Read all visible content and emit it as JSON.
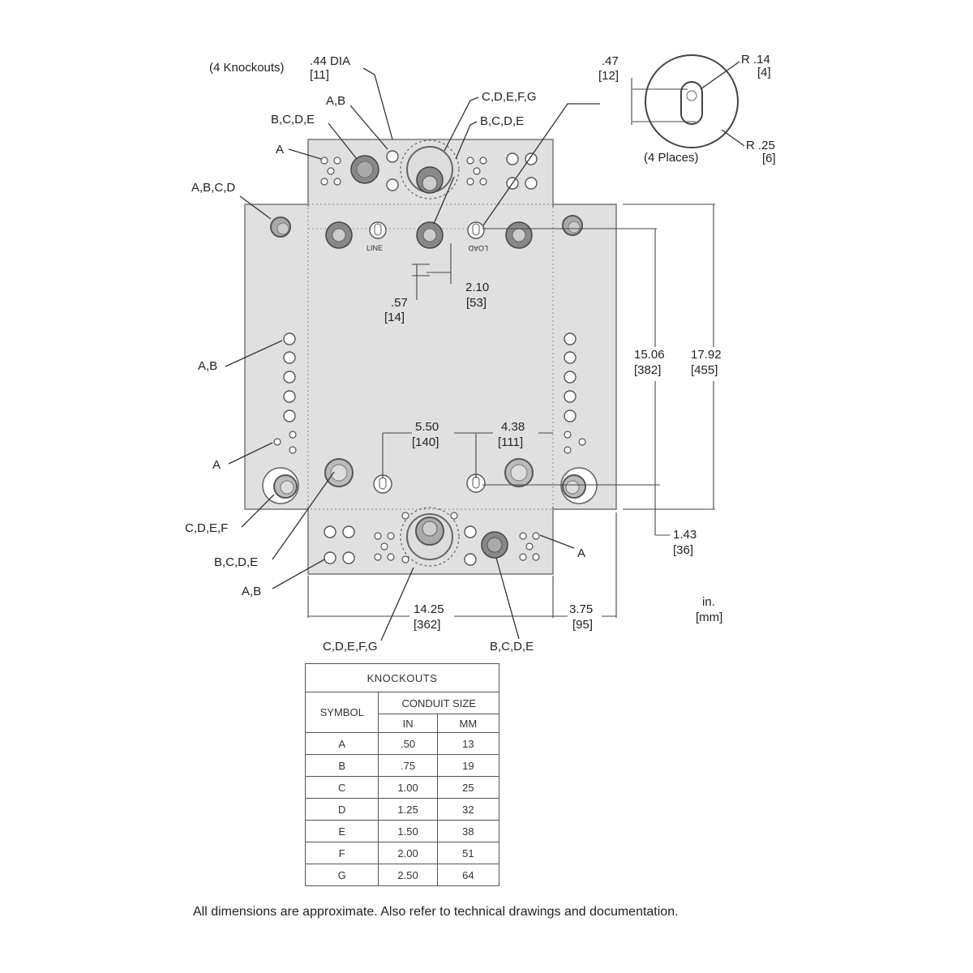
{
  "labels": {
    "top_knockouts": "(4 Knockouts)",
    "top_dia": ".44 DIA",
    "top_dia_mm": "[11]",
    "ab_top": "A,B",
    "bcde_top_left": "B,C,D,E",
    "a_top_left": "A",
    "cdefg_top": "C,D,E,F,G",
    "bcde_top_right": "B,C,D,E",
    "abcd": "A,B,C,D",
    "ab_left": "A,B",
    "a_left": "A",
    "cdef_left": "C,D,E,F",
    "bcde_bottom_left": "B,C,D,E",
    "ab_bottom_left": "A,B",
    "a_bottom_right": "A",
    "cdefg_bottom": "C,D,E,F,G",
    "bcde_bottom_right": "B,C,D,E",
    "line": "LINE",
    "load": "LOAD",
    "units": "in.",
    "units_mm": "[mm]"
  },
  "dimensions": {
    "d_047": ".47",
    "d_047_mm": "[12]",
    "r_014": "R .14",
    "r_014_mm": "[4]",
    "r_025": "R .25",
    "r_025_mm": "[6]",
    "four_places": "(4 Places)",
    "d_210": "2.10",
    "d_210_mm": "[53]",
    "d_057": ".57",
    "d_057_mm": "[14]",
    "d_1506": "15.06",
    "d_1506_mm": "[382]",
    "d_1792": "17.92",
    "d_1792_mm": "[455]",
    "d_550": "5.50",
    "d_550_mm": "[140]",
    "d_438": "4.38",
    "d_438_mm": "[111]",
    "d_143": "1.43",
    "d_143_mm": "[36]",
    "d_1425": "14.25",
    "d_1425_mm": "[362]",
    "d_375": "3.75",
    "d_375_mm": "[95]"
  },
  "table": {
    "title": "KNOCKOUTS",
    "col_symbol": "SYMBOL",
    "col_conduit": "CONDUIT  SIZE",
    "col_in": "IN",
    "col_mm": "MM",
    "rows": [
      {
        "symbol": "A",
        "in": ".50",
        "mm": "13"
      },
      {
        "symbol": "B",
        "in": ".75",
        "mm": "19"
      },
      {
        "symbol": "C",
        "in": "1.00",
        "mm": "25"
      },
      {
        "symbol": "D",
        "in": "1.25",
        "mm": "32"
      },
      {
        "symbol": "E",
        "in": "1.50",
        "mm": "38"
      },
      {
        "symbol": "F",
        "in": "2.00",
        "mm": "51"
      },
      {
        "symbol": "G",
        "in": "2.50",
        "mm": "64"
      }
    ]
  },
  "footnote": "All dimensions are approximate.  Also refer to technical drawings and documentation.",
  "colors": {
    "plate_fill": "#e0e0e0",
    "plate_stroke": "#777777",
    "line_color": "#333333"
  }
}
